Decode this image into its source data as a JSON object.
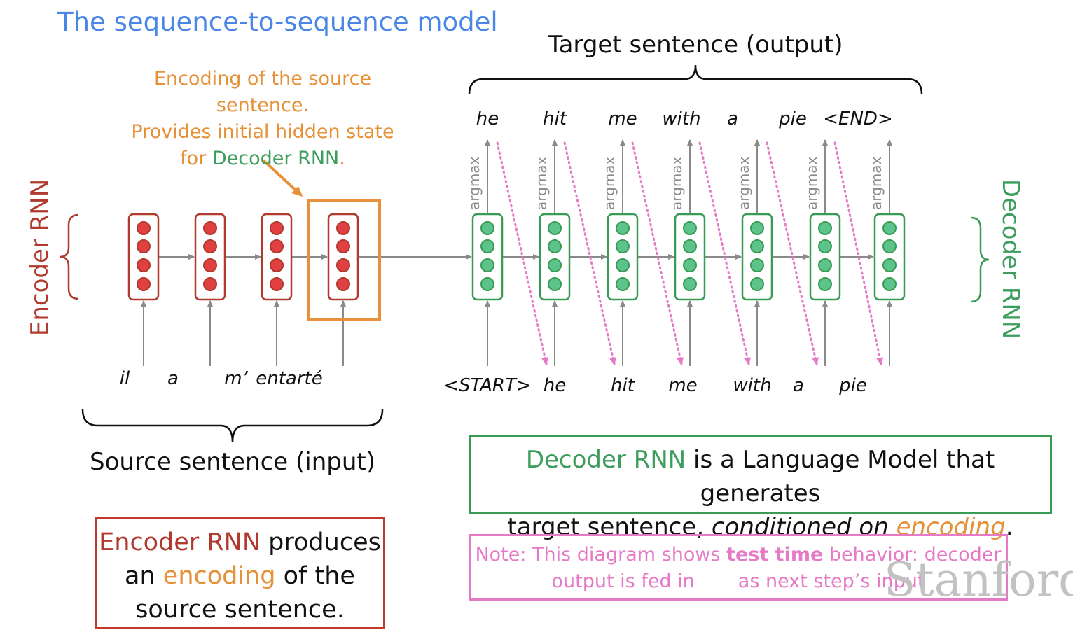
{
  "title": "The sequence-to-sequence model",
  "encoding_note": {
    "line1": "Encoding of the source sentence.",
    "line2": "Provides initial hidden state",
    "line3_prefix": "for ",
    "line3_green": "Decoder RNN",
    "line3_suffix": "."
  },
  "target_label": "Target sentence (output)",
  "source_label": "Source sentence (input)",
  "encoder_label": "Encoder RNN",
  "decoder_label": "Decoder RNN",
  "argmax_label": "argmax",
  "source_words": [
    "il",
    "a",
    "m’",
    "entarté"
  ],
  "decoder_inputs": [
    "<START>",
    "he",
    "hit",
    "me",
    "with",
    "a",
    "pie"
  ],
  "decoder_outputs": [
    "he",
    "hit",
    "me",
    "with",
    "a",
    "pie",
    "<END>"
  ],
  "encoder_box": {
    "part1": "Encoder RNN",
    "part2": " produces",
    "part3": "an ",
    "part4": "encoding",
    "part5": " of the",
    "part6": "source sentence."
  },
  "decoder_box": {
    "part1": "Decoder RNN",
    "part2": " is a Language Model that generates",
    "part3": "target sentence, ",
    "part4": "conditioned on ",
    "part5": "encoding",
    "part6": "."
  },
  "note_box": {
    "part1": "Note: This diagram shows ",
    "part2": "test time",
    "part3": " behavior: decoder",
    "part4": "output is fed in",
    "part5": "as next step’s input"
  },
  "watermark": "Stanford",
  "colors": {
    "encoder_red": "#b03a2e",
    "decoder_green": "#3a9b55",
    "encoding_orange": "#e69138",
    "title_blue": "#4a86e8",
    "feed_pink": "#e57bc6"
  }
}
